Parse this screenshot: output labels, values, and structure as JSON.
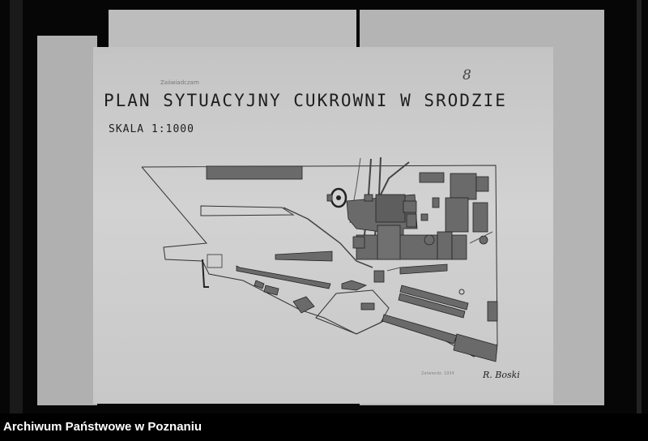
{
  "document": {
    "sheet_number": "8",
    "faint_header": "Zaświadczam",
    "title": "PLAN SYTUACYJNY CUKROWNI W SRODZIE",
    "scale": "SKALA 1:1000",
    "faint_stamp": "Zatwierdz. 1934",
    "signature": "R. Boski"
  },
  "caption": {
    "text": "Archiwum Państwowe w Poznaniu"
  },
  "colors": {
    "background": "#000000",
    "paper": "#c8c8c8",
    "building_fill": "#6a6a6a",
    "ink": "#1e1e1e",
    "caption_text": "#ffffff"
  }
}
